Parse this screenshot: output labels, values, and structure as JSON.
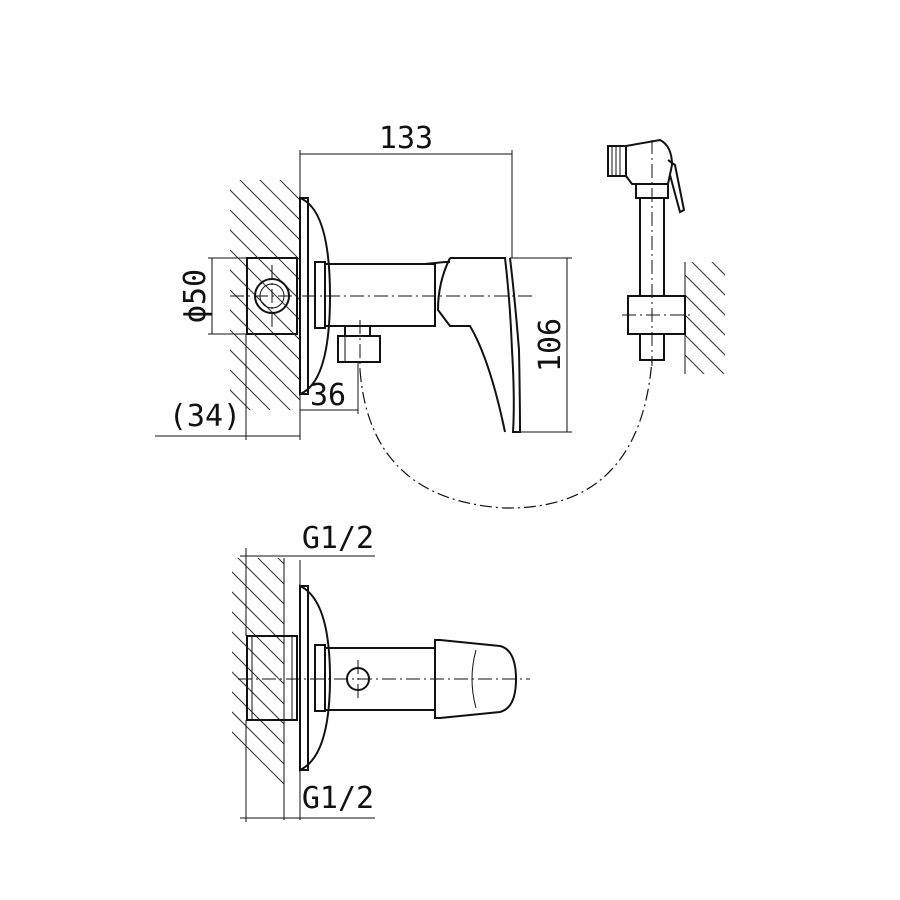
{
  "dimensions": {
    "overall_length": "133",
    "height": "106",
    "flange_diameter": "ϕ50",
    "wall_offset": "(34)",
    "flange_depth": "36",
    "inlet_thread_top": "G1/2",
    "inlet_thread_bottom": "G1/2"
  }
}
